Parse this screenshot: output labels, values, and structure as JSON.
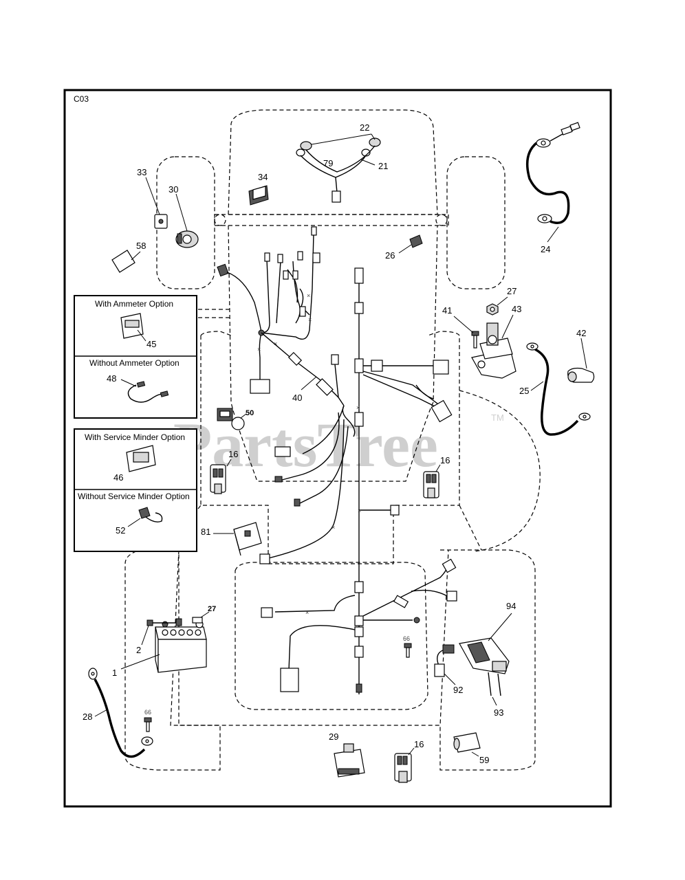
{
  "diagram": {
    "frame_code": "C03",
    "watermark": "PartsTree",
    "watermark_mark": "TM",
    "options": {
      "ammeter_with": "With Ammeter Option",
      "ammeter_without": "Without Ammeter Option",
      "service_with": "With Service Minder Option",
      "service_without": "Without Service Minder Option"
    },
    "callouts": {
      "c22": "22",
      "c79": "79",
      "c21": "21",
      "c34": "34",
      "c33": "33",
      "c30": "30",
      "c58": "58",
      "c26": "26",
      "c24": "24",
      "c27a": "27",
      "c43": "43",
      "c41": "41",
      "c42": "42",
      "c25": "25",
      "c45": "45",
      "c48": "48",
      "c40": "40",
      "c50": "50",
      "c16a": "16",
      "c16b": "16",
      "c46": "46",
      "c52": "52",
      "c81": "81",
      "c27b": "27",
      "c2": "2",
      "c1": "1",
      "c28": "28",
      "c66a": "66",
      "c66b": "66",
      "c94": "94",
      "c92": "92",
      "c93": "93",
      "c29": "29",
      "c16c": "16",
      "c59": "59"
    }
  }
}
